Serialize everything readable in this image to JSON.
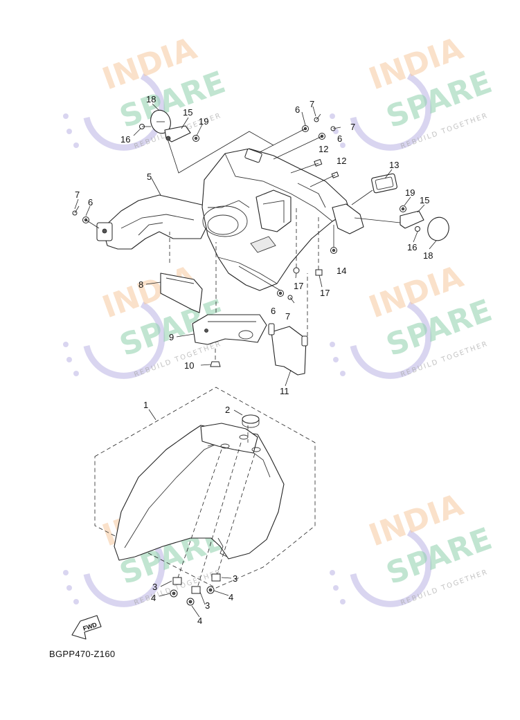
{
  "watermark": {
    "line1": "INDIA",
    "line2": "SPARE",
    "tagline": "REBUILD TOGETHER",
    "colors": {
      "india": "#f6c9a0",
      "spare": "#8fd1ad",
      "icon": "#c9c3ea"
    }
  },
  "direction_arrow": {
    "label": "FWD"
  },
  "diagram_code": "BGPP470-Z160",
  "callouts": {
    "c18a": "18",
    "c15a": "15",
    "c19a": "19",
    "c16a": "16",
    "c6a": "6",
    "c7a": "7",
    "c7b": "7",
    "c6b": "6",
    "c12a": "12",
    "c12b": "12",
    "c13": "13",
    "c5": "5",
    "c7c": "7",
    "c6c": "6",
    "c19b": "19",
    "c15b": "15",
    "c16b": "16",
    "c18b": "18",
    "c14": "14",
    "c17a": "17",
    "c17b": "17",
    "c8": "8",
    "c6d": "6",
    "c7d": "7",
    "c9": "9",
    "c10": "10",
    "c11": "11",
    "c1": "1",
    "c2": "2",
    "c3a": "3",
    "c4a": "4",
    "c3b": "3",
    "c4b": "4",
    "c3c": "3",
    "c4c": "4"
  }
}
